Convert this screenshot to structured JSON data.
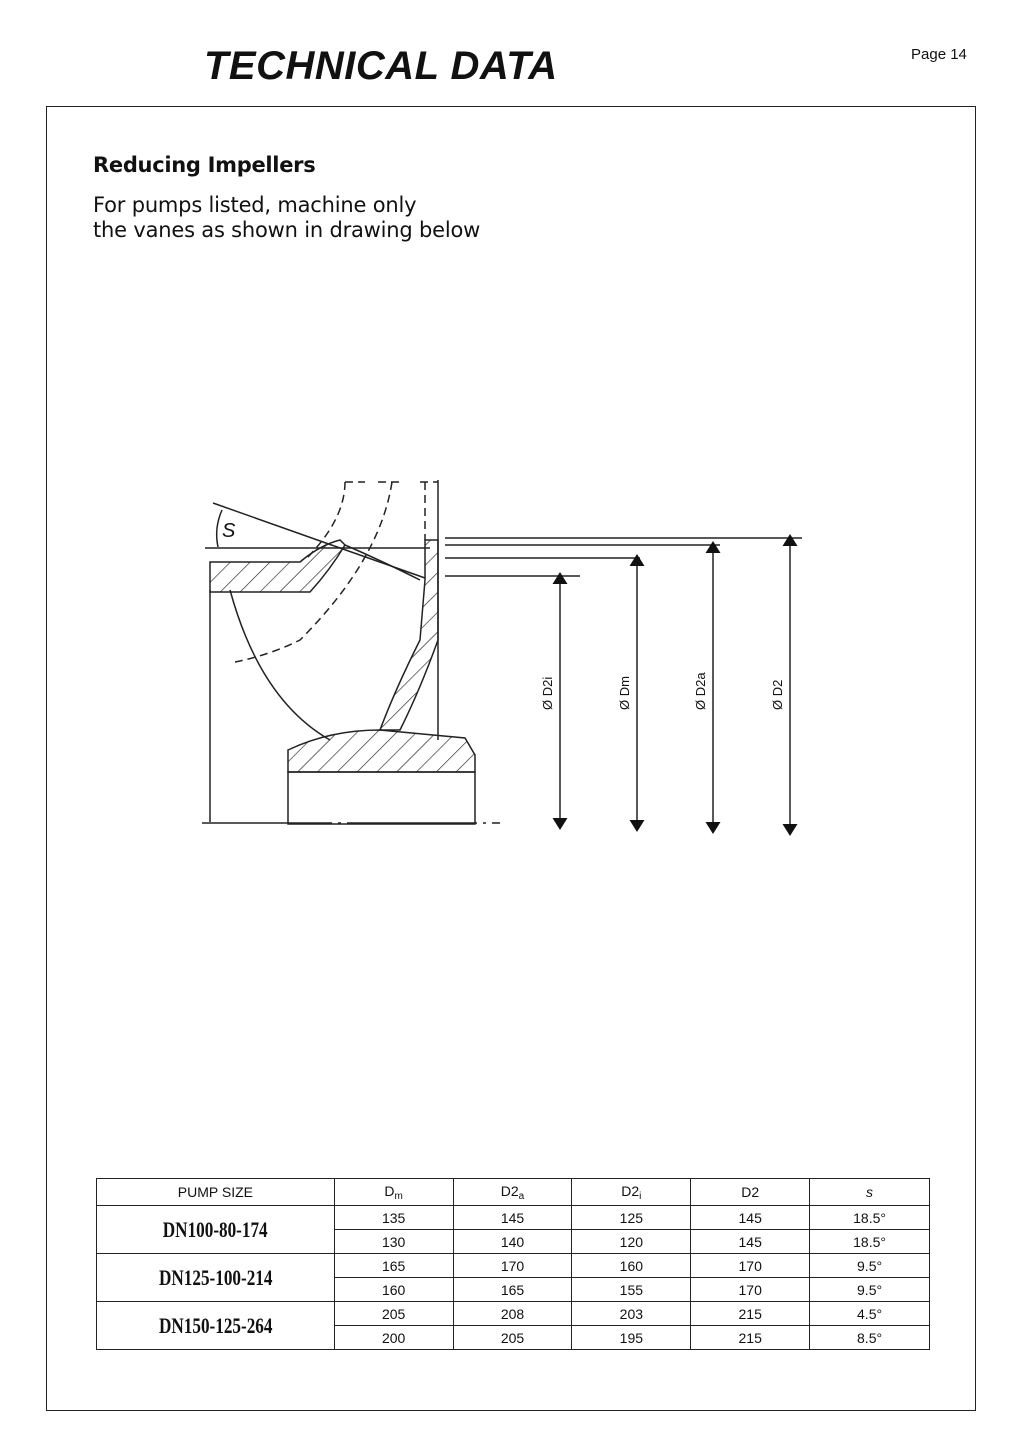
{
  "header": {
    "title": "TECHNICAL DATA",
    "page": "Page 14"
  },
  "section": {
    "heading": "Reducing Impellers",
    "description_lines": [
      "For pumps listed, machine only",
      "the vanes as shown in drawing below"
    ]
  },
  "drawing": {
    "angle_label": "S",
    "dimension_labels": [
      "Ø D2i",
      "Ø Dm",
      "Ø D2a",
      "Ø D2"
    ]
  },
  "table": {
    "headers": [
      {
        "main": "PUMP SIZE",
        "sub": ""
      },
      {
        "main": "D",
        "sub": "m"
      },
      {
        "main": "D2",
        "sub": "a"
      },
      {
        "main": "D2",
        "sub": "i"
      },
      {
        "main": "D2",
        "sub": ""
      },
      {
        "main": "s",
        "sub": ""
      }
    ],
    "groups": [
      {
        "pump": "DN100-80-174",
        "rows": [
          [
            "135",
            "145",
            "125",
            "145",
            "18.5°"
          ],
          [
            "130",
            "140",
            "120",
            "145",
            "18.5°"
          ]
        ]
      },
      {
        "pump": "DN125-100-214",
        "rows": [
          [
            "165",
            "170",
            "160",
            "170",
            "9.5°"
          ],
          [
            "160",
            "165",
            "155",
            "170",
            "9.5°"
          ]
        ]
      },
      {
        "pump": "DN150-125-264",
        "rows": [
          [
            "205",
            "208",
            "203",
            "215",
            "4.5°"
          ],
          [
            "200",
            "205",
            "195",
            "215",
            "8.5°"
          ]
        ]
      }
    ]
  }
}
